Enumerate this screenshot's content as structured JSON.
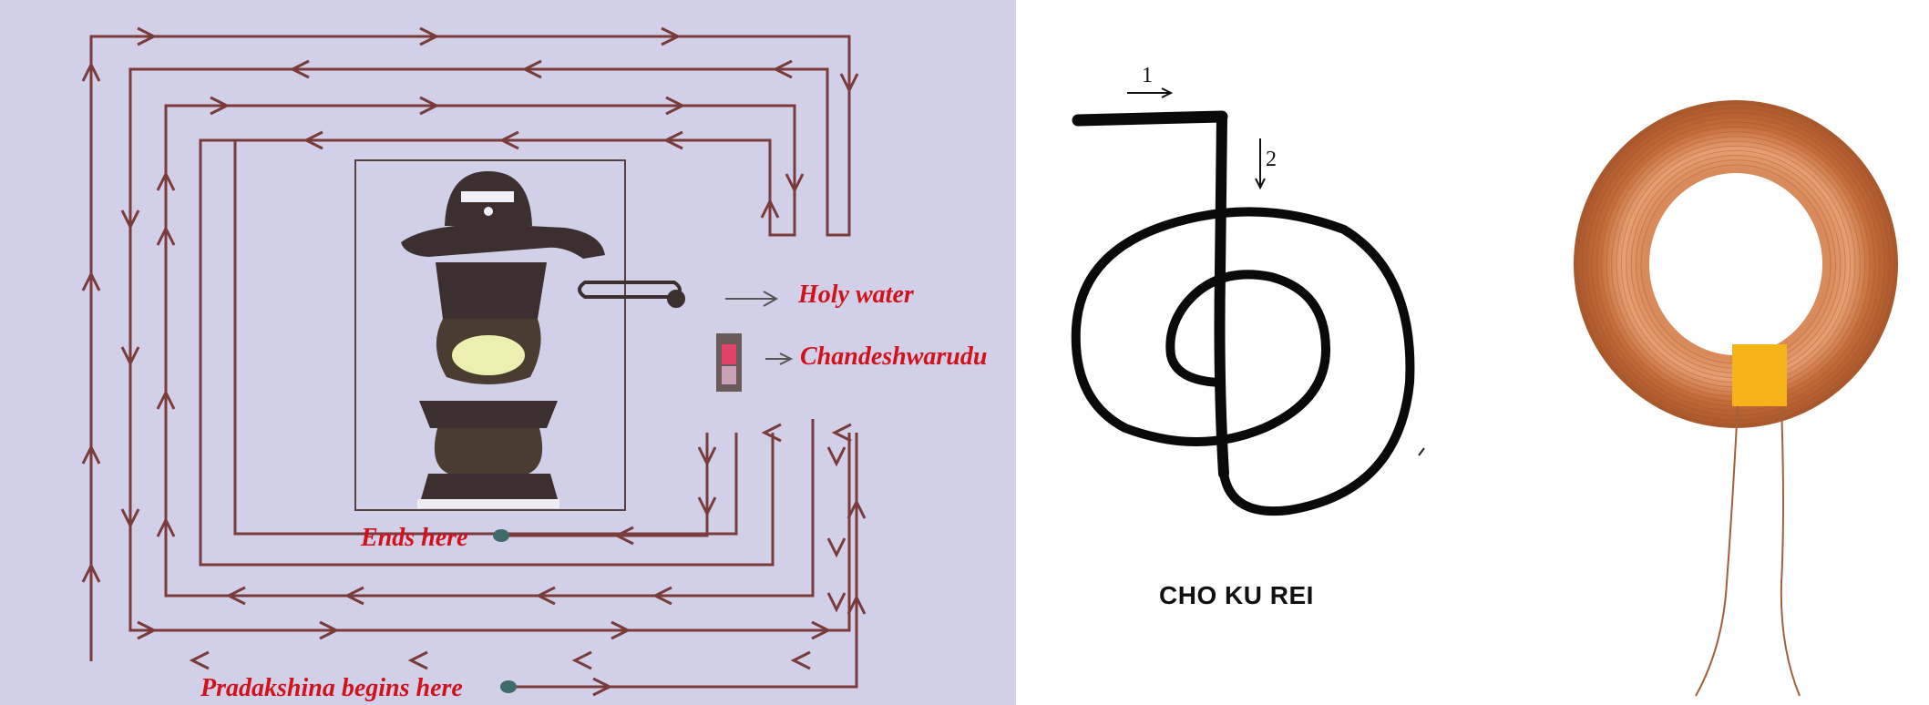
{
  "left_panel": {
    "labels": {
      "holy_water": "Holy water",
      "chandeshwarudu": "Chandeshwarudu",
      "ends_here": "Ends here",
      "begins_here": "Pradakshina begins here"
    },
    "colors": {
      "background": "#d2cfe8",
      "path": "#7a3b3b",
      "label": "#d0121b",
      "marker": "#3f6b6b",
      "shrine": "#3b2f2f"
    },
    "icons": [
      "shivalinga-shrine",
      "chandeshwarudu-picture",
      "start-marker",
      "end-marker"
    ]
  },
  "middle_panel": {
    "step_labels": [
      "1",
      "2"
    ],
    "caption": "CHO KU REI",
    "colors": {
      "stroke": "#0a0a0a"
    }
  },
  "right_panel": {
    "icons": [
      "copper-coil"
    ],
    "colors": {
      "copper_dark": "#b8612f",
      "copper_light": "#e8a074",
      "tape": "#f4b41a"
    }
  }
}
